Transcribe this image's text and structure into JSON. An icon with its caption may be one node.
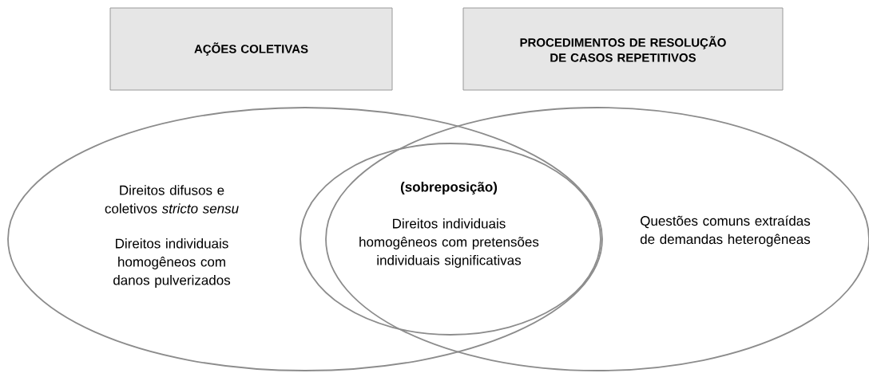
{
  "diagram": {
    "nodes": [
      {
        "text": [
          "AÇÕES COLETIVAS"
        ]
      },
      {
        "text": [
          "PROCEDIMENTOS DE RESOLUÇÃO DE CASOS REPETITIVOS"
        ]
      },
      {
        "text": [
          "Direitos difusos e coletivos *stricto sensu*",
          "Direitos individuais homogêneos com danos pulverizados"
        ]
      },
      {
        "text": [
          "(sobreposição)",
          "Direitos individuais homogêneos com pretensões individuais significativas"
        ],
        "in": 2
      },
      {
        "text": [
          "Questões comuns extraídas de demandas heterogêneas"
        ]
      }
    ]
  }
}
